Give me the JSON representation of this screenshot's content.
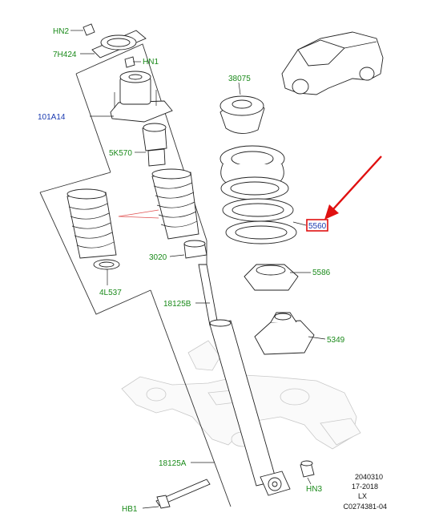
{
  "diagram": {
    "labels": {
      "hn2": "HN2",
      "7h424": "7H424",
      "hn1": "HN1",
      "101a14": "101A14",
      "38075": "38075",
      "5k570": "5K570",
      "4l537": "4L537",
      "3020": "3020",
      "5560": "5560",
      "5586": "5586",
      "18125b": "18125B",
      "5349": "5349",
      "18125a": "18125A",
      "hn3": "HN3",
      "hb1": "HB1"
    },
    "meta": {
      "code": "2040310",
      "year_range": "17-2018",
      "series": "LX",
      "reference": "C0274381-04"
    },
    "colors": {
      "label_green": "#1a8a1a",
      "label_blue": "#1a3ab0",
      "highlight_red": "#e01010",
      "line": "#222222"
    },
    "highlighted": "5560",
    "icons": [
      "vehicle-thumbnail",
      "arrow-pointer"
    ]
  }
}
